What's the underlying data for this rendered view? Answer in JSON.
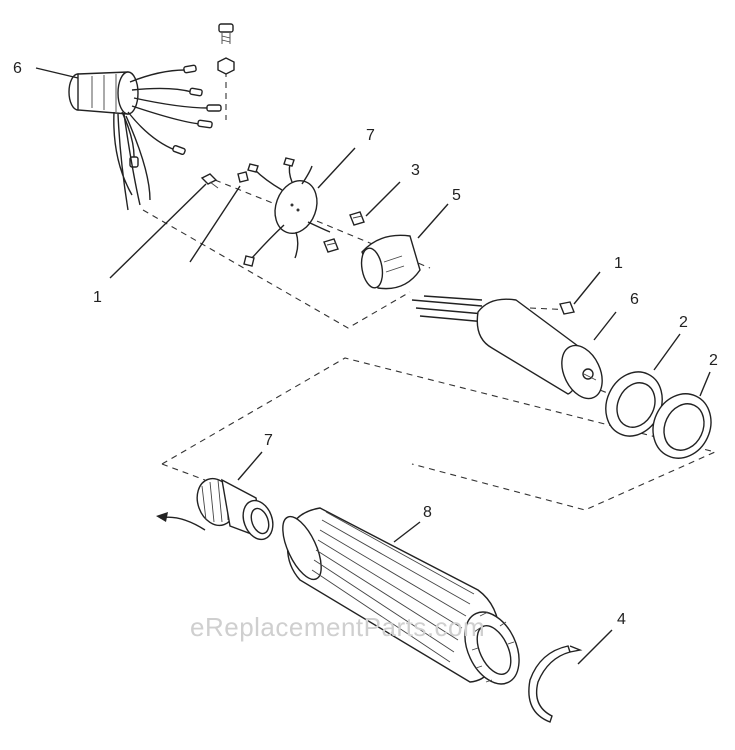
{
  "callouts": [
    {
      "id": "c6a",
      "text": "6"
    },
    {
      "id": "c7a",
      "text": "7"
    },
    {
      "id": "c3",
      "text": "3"
    },
    {
      "id": "c5",
      "text": "5"
    },
    {
      "id": "c1a",
      "text": "1"
    },
    {
      "id": "c1b",
      "text": "1"
    },
    {
      "id": "c6b",
      "text": "6"
    },
    {
      "id": "c2a",
      "text": "2"
    },
    {
      "id": "c2b",
      "text": "2"
    },
    {
      "id": "c7b",
      "text": "7"
    },
    {
      "id": "c8",
      "text": "8"
    },
    {
      "id": "c4",
      "text": "4"
    }
  ],
  "watermark": "eReplacementParts.com"
}
